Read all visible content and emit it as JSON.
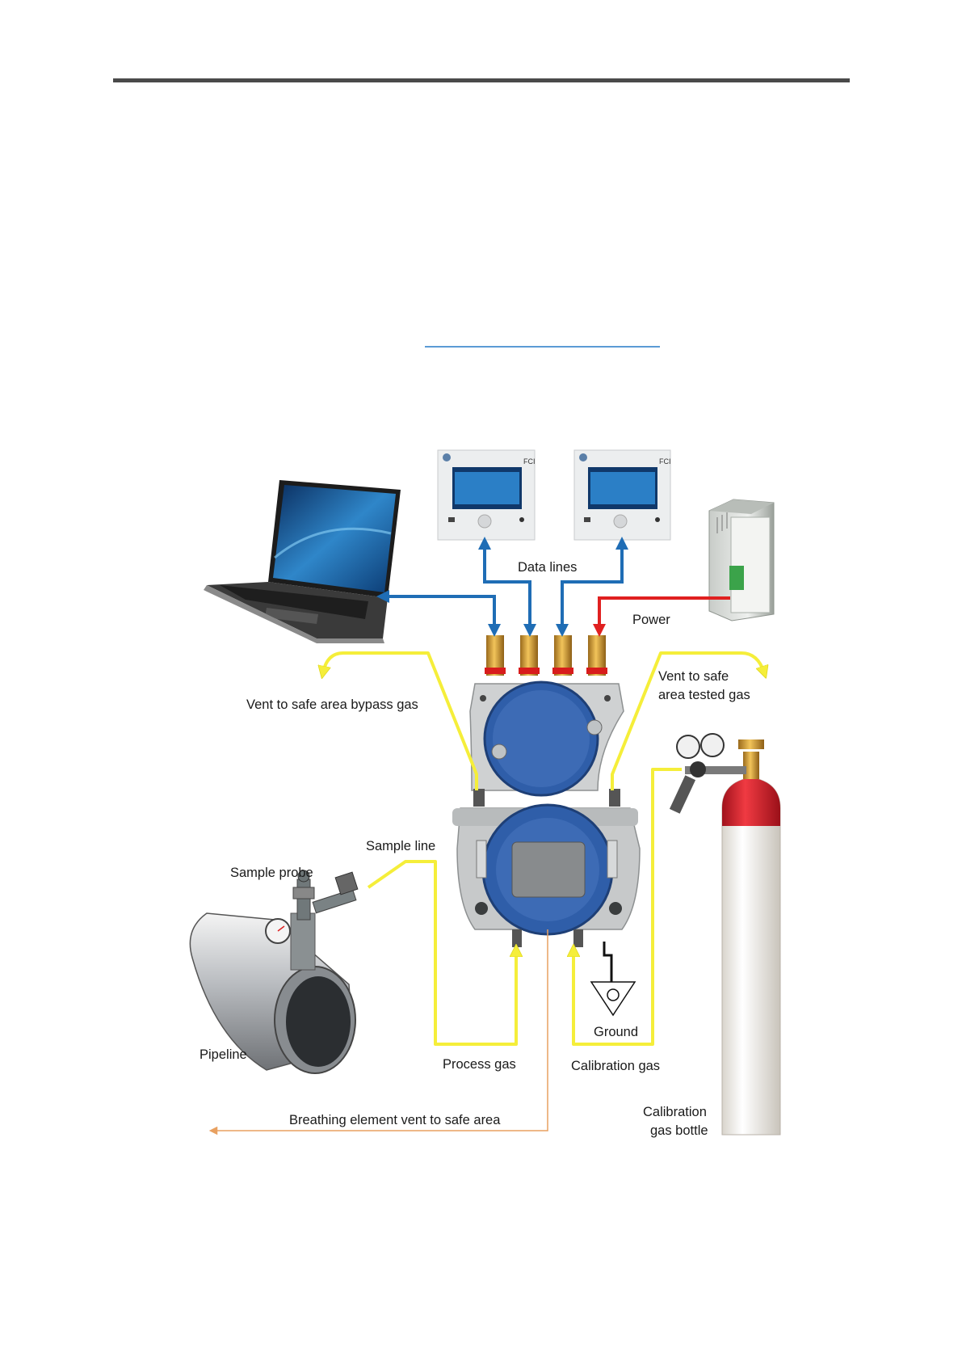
{
  "diagram": {
    "labels": {
      "data_lines": "Data lines",
      "power": "Power",
      "vent_bypass": "Vent to safe area bypass gas",
      "vent_tested_line1": "Vent to safe",
      "vent_tested_line2": "area tested gas",
      "sample_line": "Sample line",
      "sample_probe": "Sample probe",
      "pipeline": "Pipeline",
      "process_gas": "Process gas",
      "ground": "Ground",
      "calibration_gas": "Calibration gas",
      "breathing_vent": "Breathing element vent to safe area",
      "cal_bottle_line1": "Calibration",
      "cal_bottle_line2": "gas bottle"
    },
    "device_panel_text": "FCI",
    "colors": {
      "data_line": "#1f6db5",
      "power_line": "#e02020",
      "gas_line": "#f5ee3a",
      "vent_line": "#e8a060",
      "analyzer_blue": "#3d6bb5",
      "bottle_red": "#d41e2a"
    }
  }
}
